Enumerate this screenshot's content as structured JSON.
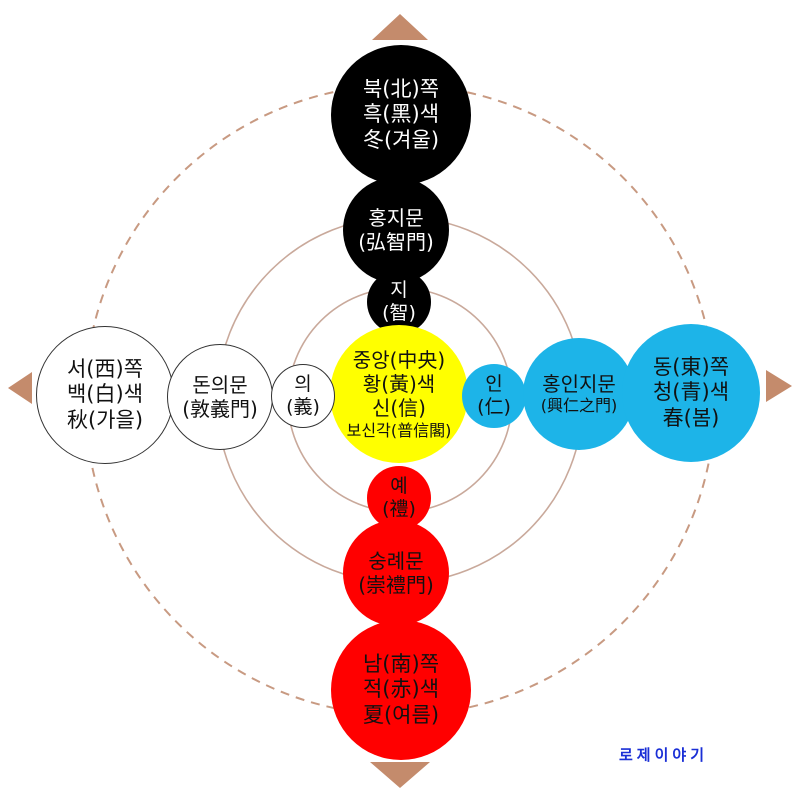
{
  "colors": {
    "north": "#000000",
    "south": "#ff0000",
    "east": "#1db4e8",
    "west": "#ffffff",
    "center": "#ffff00",
    "outer_ring": "#c89a82",
    "inner_ring": "#c9a99b",
    "arrow": "#c48b6c",
    "watermark": "#1a2fd6"
  },
  "north": {
    "direction": [
      "북(北)쪽",
      "흑(黑)색",
      "冬(겨울)"
    ],
    "gate": [
      "홍지문",
      "(弘智門)"
    ],
    "virtue": [
      "지",
      "(智)"
    ]
  },
  "south": {
    "virtue": [
      "예",
      "(禮)"
    ],
    "gate": [
      "숭례문",
      "(崇禮門)"
    ],
    "direction": [
      "남(南)쪽",
      "적(赤)색",
      "夏(여름)"
    ]
  },
  "east": {
    "virtue": [
      "인",
      "(仁)"
    ],
    "gate": [
      "홍인지문",
      "(興仁之門)"
    ],
    "direction": [
      "동(東)쪽",
      "청(青)색",
      "春(봄)"
    ]
  },
  "west": {
    "direction": [
      "서(西)쪽",
      "백(白)색",
      "秋(가을)"
    ],
    "gate": [
      "돈의문",
      "(敦義門)"
    ],
    "virtue": [
      "의",
      "(義)"
    ]
  },
  "center": {
    "lines": [
      "중앙(中央)",
      "황(黃)색",
      "신(信)",
      "보신각(普信閣)"
    ]
  },
  "watermark": "로제이야기"
}
